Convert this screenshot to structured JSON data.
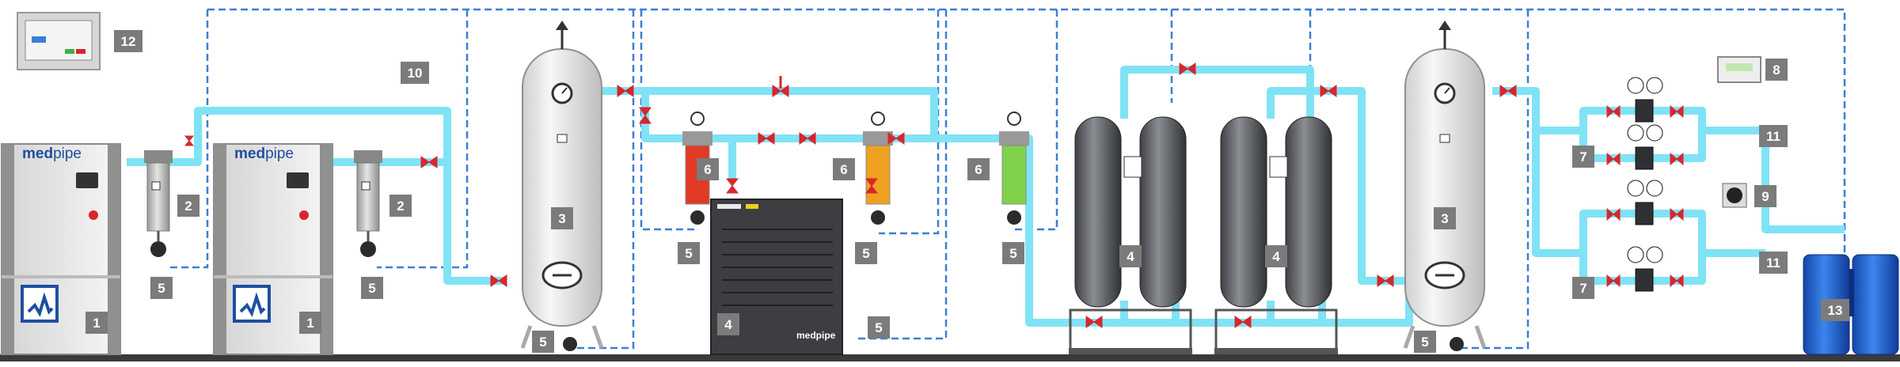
{
  "brand": {
    "name_bold": "med",
    "name_light": "pipe",
    "small_name": "medpipe"
  },
  "colors": {
    "pipe": "#7fe3f5",
    "control_line": "#3a7fd6",
    "badge": "#7b7b7b",
    "valve": "#d8262c",
    "vessel": "#e9e9e9",
    "dryer": "#3c3e42",
    "dryer_tank": "#5e6165",
    "cartridge_red": "#e23a24",
    "cartridge_orange": "#f0a020",
    "cartridge_green": "#7fd24a",
    "ground": "#3a3a3a",
    "receiver_blue": "#1f5fd1"
  },
  "labels": {
    "compressor": "1",
    "prefilter": "2",
    "receiver": "3",
    "dryer": "4",
    "drain": "5",
    "filter": "6",
    "regulator": "7",
    "monitor": "8",
    "gauge": "9",
    "control_line": "10",
    "outlet": "11",
    "controller": "12",
    "receiver_blue": "13"
  },
  "icons": [
    "compressor-logo-icon",
    "pressure-gauge-icon",
    "valve-icon",
    "check-valve-icon",
    "safety-valve-icon",
    "drain-trap-icon"
  ]
}
